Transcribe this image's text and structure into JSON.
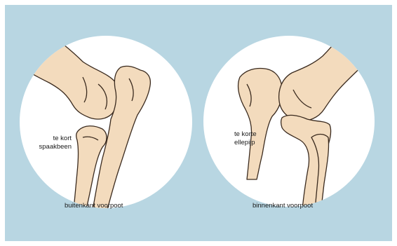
{
  "panels": [
    {
      "annotation_line1": "te kort",
      "annotation_line2": "spaakbeen",
      "caption": "buitenkant voorpoot"
    },
    {
      "annotation_line1": "te korte",
      "annotation_line2": "ellepijp",
      "caption": "binnenkant voorpoot"
    }
  ],
  "colors": {
    "background": "#b8d6e2",
    "circle": "#ffffff",
    "bone_fill": "#f3dbbd",
    "bone_outline": "#3a2a1e"
  }
}
